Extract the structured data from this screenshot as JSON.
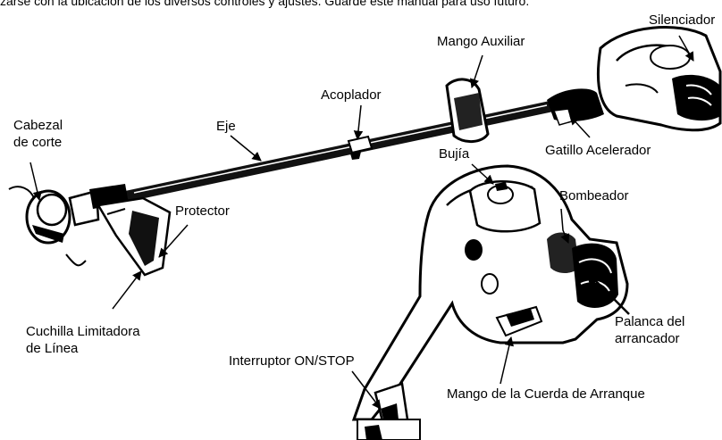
{
  "header_text": "zarse con la ubicación de los diversos controles y ajustes. Guarde este manual para uso futuro.",
  "labels": {
    "silenciador": "Silenciador",
    "mango_auxiliar": "Mango Auxiliar",
    "acoplador": "Acoplador",
    "cabezal_line1": "Cabezal",
    "cabezal_line2": "de corte",
    "eje": "Eje",
    "gatillo": "Gatillo Acelerador",
    "bujia": "Bujía",
    "bombeador": "Bombeador",
    "protector": "Protector",
    "cuchilla_line1": "Cuchilla Limitadora",
    "cuchilla_line2": "de Línea",
    "palanca_line1": "Palanca del",
    "palanca_line2": "arrancador",
    "interruptor": "Interruptor ON/STOP",
    "mango_cuerda": "Mango de la Cuerda de Arranque"
  }
}
